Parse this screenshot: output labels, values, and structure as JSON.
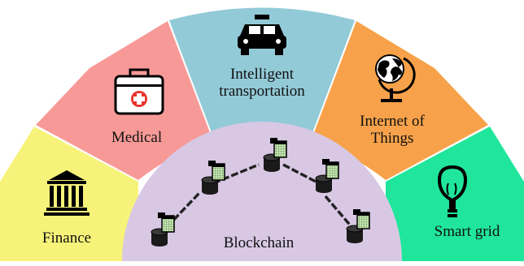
{
  "diagram": {
    "center_label": "Blockchain",
    "segments": [
      {
        "id": "finance",
        "label_lines": [
          "Finance"
        ],
        "color": "#f7f37a",
        "icon": "bank-icon"
      },
      {
        "id": "medical",
        "label_lines": [
          "Medical"
        ],
        "color": "#f79a97",
        "icon": "medical-kit-icon"
      },
      {
        "id": "transport",
        "label_lines": [
          "Intelligent",
          "transportation"
        ],
        "color": "#93cad8",
        "icon": "taxi-icon"
      },
      {
        "id": "iot",
        "label_lines": [
          "Internet of",
          "Things"
        ],
        "color": "#f7a24a",
        "icon": "globe-icon"
      },
      {
        "id": "smartgrid",
        "label_lines": [
          "Smart grid"
        ],
        "color": "#1fe69b",
        "icon": "light-bulb-icon"
      }
    ],
    "colors": {
      "core": "#d8c8e4",
      "block": "#1a1a1a",
      "document": "#c7e6b4"
    }
  }
}
